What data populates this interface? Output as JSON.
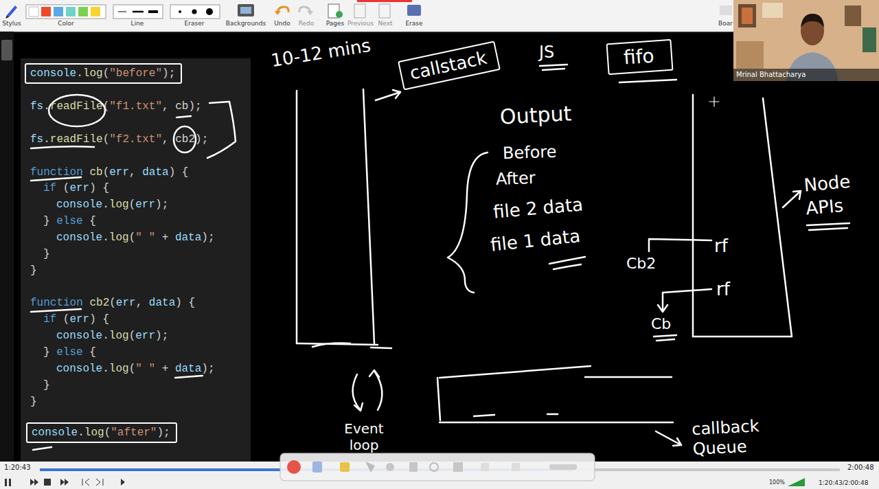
{
  "diagram": {
    "nodes": [
      {
        "text": [
          "console.log(\"before\");"
        ]
      },
      {
        "text": [
          "console.log(\"after\");"
        ]
      },
      {
        "text": [
          "callstack"
        ]
      },
      {
        "text": [
          "fifo"
        ]
      },
      {
        "text": [
          "rf",
          "rf"
        ]
      }
    ],
    "labels": [
      "Stylus",
      "Color",
      "Line",
      "Eraser",
      "Backgrounds",
      "Undo",
      "Redo",
      "Pages",
      "Previous",
      "Next",
      "Erase",
      "Boar",
      "Mrinal Bhattacharya",
      "fs.readFile(\"f1.txt\", cb);",
      "fs.readFile(\"f2.txt\", cb2);",
      "function cb(err, data) {",
      "if (err) {",
      "console.log(err);",
      "} else {",
      "console.log(\" \" + data);",
      "}",
      "}",
      "function cb2(err, data) {",
      "if (err) {",
      "console.log(err);",
      "} else {",
      "console.log(\" \" + data);",
      "}",
      "}",
      "10-12 mins",
      "JS",
      "Output",
      "Before",
      "After",
      "file 2 data",
      "file 1 data",
      "Node APIs",
      "Cb2",
      "Cb",
      "Event loop",
      "callback Queue",
      "1:20:43",
      "2:00:48",
      "1:20:43/2:00:48",
      "100%"
    ]
  }
}
